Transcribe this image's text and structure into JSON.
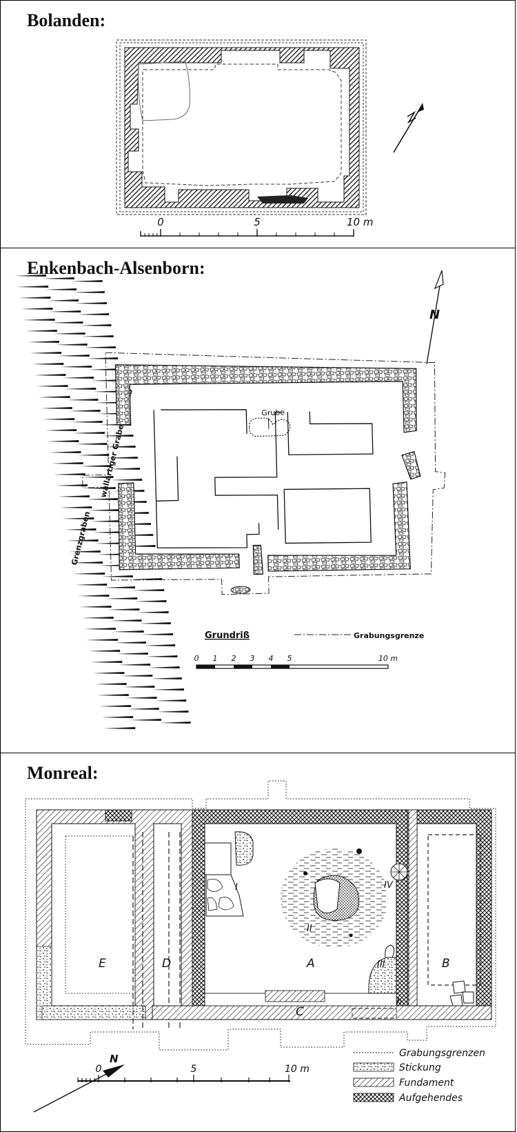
{
  "colors": {
    "ink": "#1a1a1a",
    "paper": "#ffffff"
  },
  "panels": [
    {
      "title": "Bolanden:",
      "scale": {
        "ticks": [
          "0",
          "5",
          "10 m"
        ]
      }
    },
    {
      "title": "Enkenbach-Alsenborn:",
      "north": "N",
      "labels": {
        "pit": "Grube",
        "ditch": "Grenzgraben",
        "bank": "wallartiger Grabenaushub",
        "plan": "Grundriß",
        "excavation_limit": "Grabungsgrenze"
      },
      "scale": {
        "ticks": [
          "0",
          "1",
          "2",
          "3",
          "4",
          "5",
          "10 m"
        ]
      }
    },
    {
      "title": "Monreal:",
      "north": "N",
      "rooms": [
        "A",
        "B",
        "C",
        "D",
        "E"
      ],
      "features": [
        "I",
        "II",
        "III",
        "IV",
        "h"
      ],
      "scale": {
        "ticks": [
          "0",
          "5",
          "10 m"
        ]
      },
      "legend": [
        "Grabungsgrenzen",
        "Stickung",
        "Fundament",
        "Aufgehendes"
      ]
    }
  ]
}
